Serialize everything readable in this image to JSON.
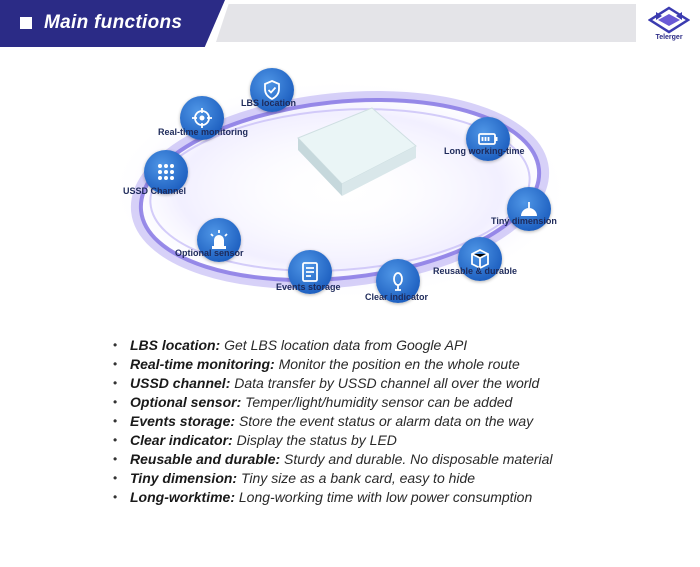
{
  "header": {
    "title": "Main functions",
    "logo_text": "Telerger"
  },
  "diagram": {
    "nodes": [
      {
        "label": "LBS location",
        "icon": "shield-check-icon"
      },
      {
        "label": "Real-time monitoring",
        "icon": "crosshair-icon"
      },
      {
        "label": "USSD Channel",
        "icon": "dial-pad-icon"
      },
      {
        "label": "Optional sensor",
        "icon": "siren-icon"
      },
      {
        "label": "Events storage",
        "icon": "document-list-icon"
      },
      {
        "label": "Clear indicator",
        "icon": "indicator-light-icon"
      },
      {
        "label": "Reusable & durable",
        "icon": "box-icon"
      },
      {
        "label": "Tiny dimension",
        "icon": "shape-icon"
      },
      {
        "label": "Long working-time",
        "icon": "battery-icon"
      }
    ]
  },
  "features": [
    {
      "term": "LBS location:",
      "desc": "Get LBS location data from Google API"
    },
    {
      "term": "Real-time monitoring:",
      "desc": "Monitor the position en the whole route"
    },
    {
      "term": "USSD channel:",
      "desc": "Data transfer by USSD channel all over the world"
    },
    {
      "term": "Optional sensor:",
      "desc": "Temper/light/humidity sensor can be added"
    },
    {
      "term": "Events storage:",
      "desc": "Store the event status or alarm data on the way"
    },
    {
      "term": "Clear indicator:",
      "desc": "Display the status by LED"
    },
    {
      "term": "Reusable and durable:",
      "desc": "Sturdy and durable. No disposable material"
    },
    {
      "term": "Tiny dimension:",
      "desc": "Tiny size as a bank card, easy to hide"
    },
    {
      "term": "Long-worktime:",
      "desc": "Long-working time with low power consumption"
    }
  ],
  "colors": {
    "header_band": "#2b2b86",
    "node_blue": "#1a5fc8",
    "ring_purple": "#8e7fe6"
  }
}
